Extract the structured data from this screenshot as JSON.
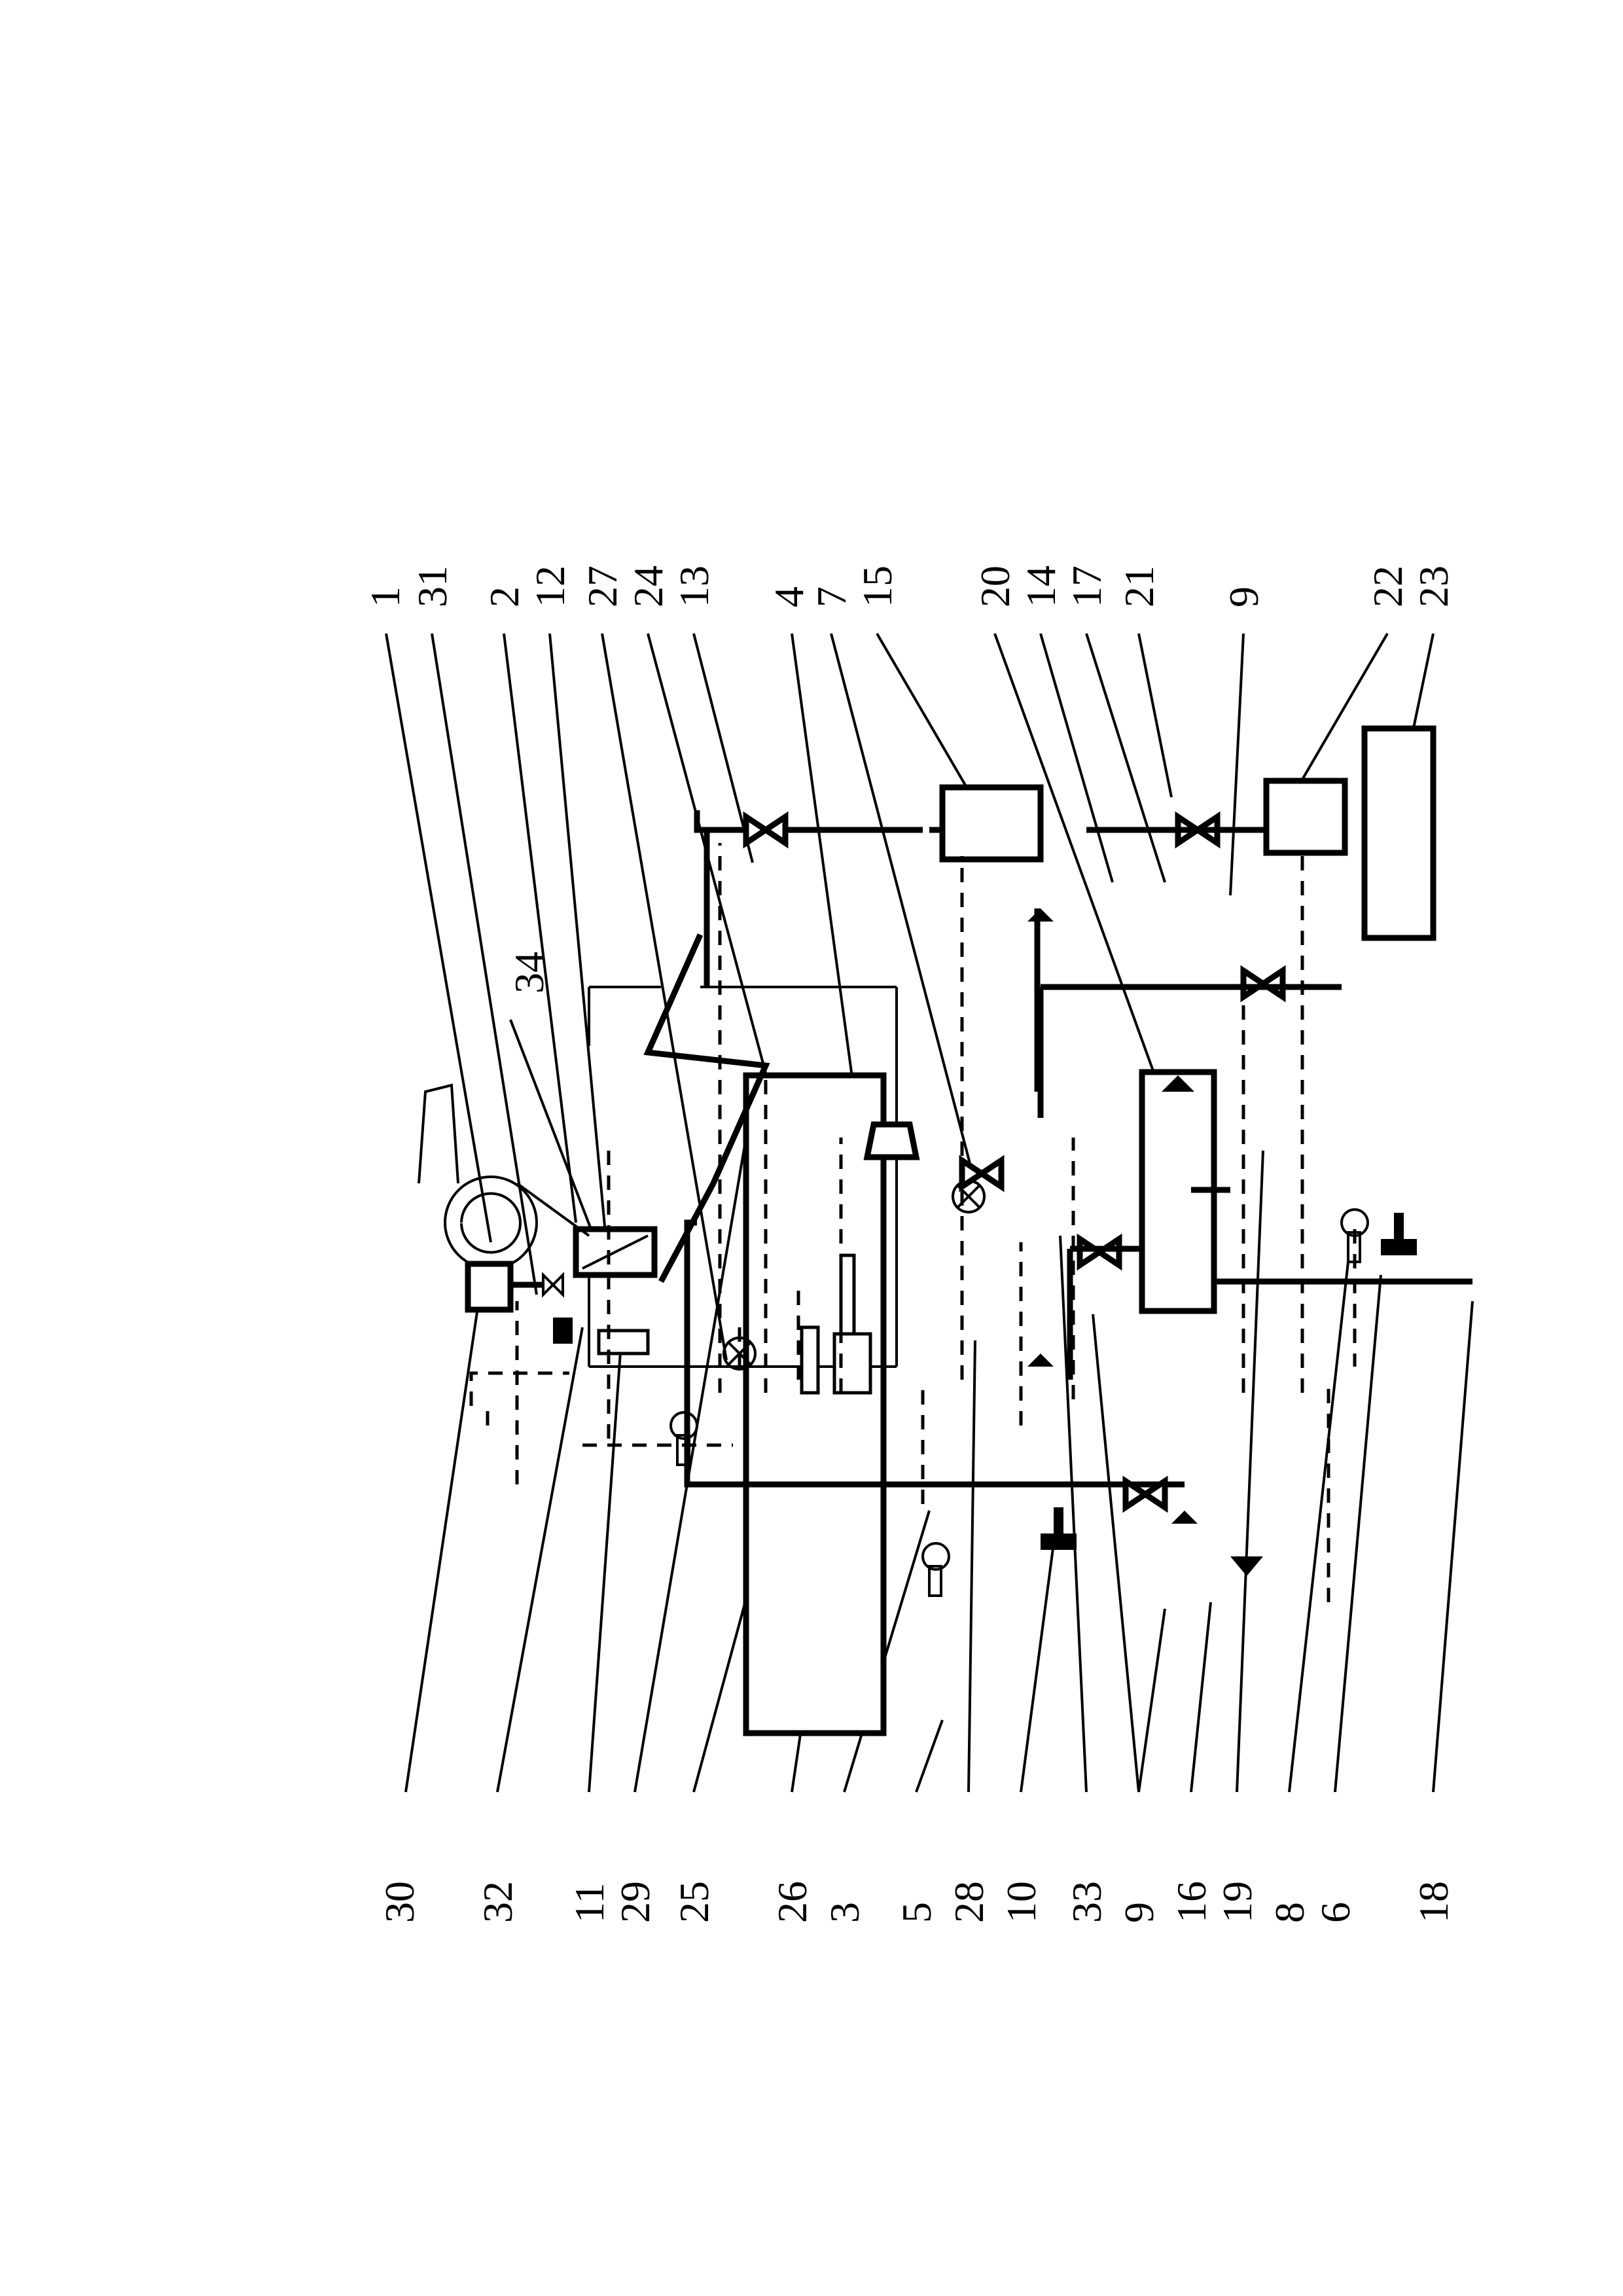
{
  "diagram": {
    "orientation": "rotated-90-ccw",
    "labels": {
      "top_row": [
        "1",
        "31",
        "2",
        "12",
        "27",
        "24",
        "13",
        "4",
        "7",
        "15",
        "20",
        "14",
        "17",
        "21",
        "9",
        "22",
        "23"
      ],
      "bottom_row": [
        "30",
        "32",
        "11",
        "29",
        "25",
        "26",
        "3",
        "5",
        "28",
        "10",
        "33",
        "9",
        "16",
        "19",
        "8",
        "6",
        "18"
      ],
      "inner": [
        "34"
      ]
    },
    "icons": [
      "valve-icon",
      "pump-icon",
      "filter-icon",
      "temperature-sensor-icon",
      "level-sensor-icon",
      "flow-meter-icon",
      "arrow-icon"
    ]
  }
}
